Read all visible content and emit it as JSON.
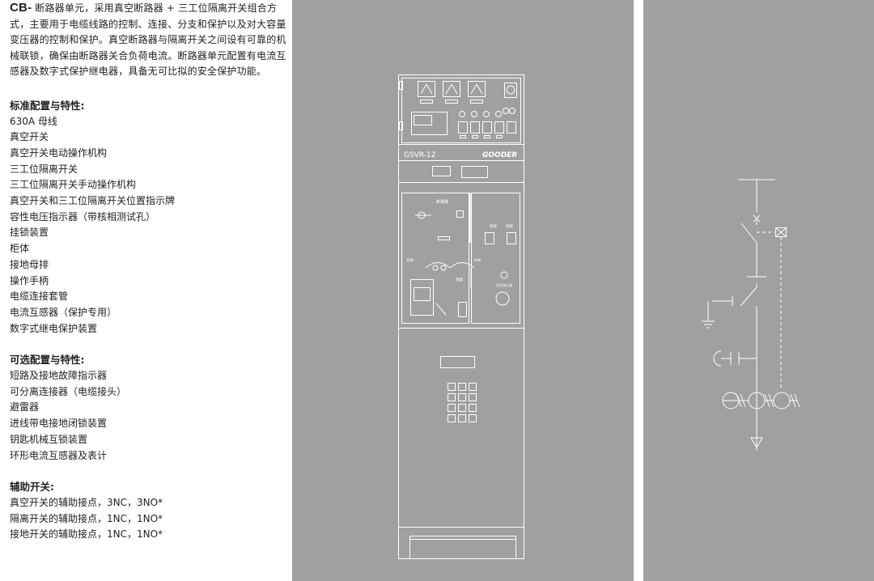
{
  "intro": {
    "lead": "CB-",
    "text": " 断路器单元，采用真空断路器 + 三工位隔离开关组合方式，主要用于电缆线路的控制、连接、分支和保护以及对大容量变压器的控制和保护。真空断路器与隔离开关之间设有可靠的机械联锁，确保由断路器关合负荷电流。断路器单元配置有电流互感器及数字式保护继电器，具备无可比拟的安全保护功能。"
  },
  "sections": [
    {
      "title": "标准配置与特性:",
      "items": [
        "630A 母线",
        "真空开关",
        "真空开关电动操作机构",
        "三工位隔离开关",
        "三工位隔离开关手动操作机构",
        "真空开关和三工位隔离开关位置指示牌",
        "容性电压指示器（带核相测试孔）",
        "挂锁装置",
        "柜体",
        "接地母排",
        "操作手柄",
        "电缆连接套管",
        "电流互感器（保护专用）",
        "数字式继电保护装置"
      ]
    },
    {
      "title": "可选配置与特性:",
      "items": [
        "短路及接地故障指示器",
        "可分离连接器（电缆接头）",
        "避雷器",
        "进线带电接地闭锁装置",
        "钥匙机械互锁装置",
        "环形电流互感器及表计"
      ]
    },
    {
      "title": "辅助开关:",
      "items": [
        "真空开关的辅助接点，3NC，3NO*",
        "隔离开关的辅助接点，1NC，1NO*",
        "接地开关的辅助接点，1NC，1NO*"
      ]
    }
  ],
  "cabinet": {
    "model": "GSVR-12",
    "brand": "GOODER",
    "breaker_label": "断路器",
    "energy_label": "储能",
    "closed_label": "合闸",
    "open_label": "分闸",
    "earthing_label": "接地",
    "isolate_label": "隔离",
    "indicator_label": "电压指示器"
  },
  "colors": {
    "panel_bg": "#a0a0a0",
    "line": "#ffffff",
    "text": "#222222"
  }
}
